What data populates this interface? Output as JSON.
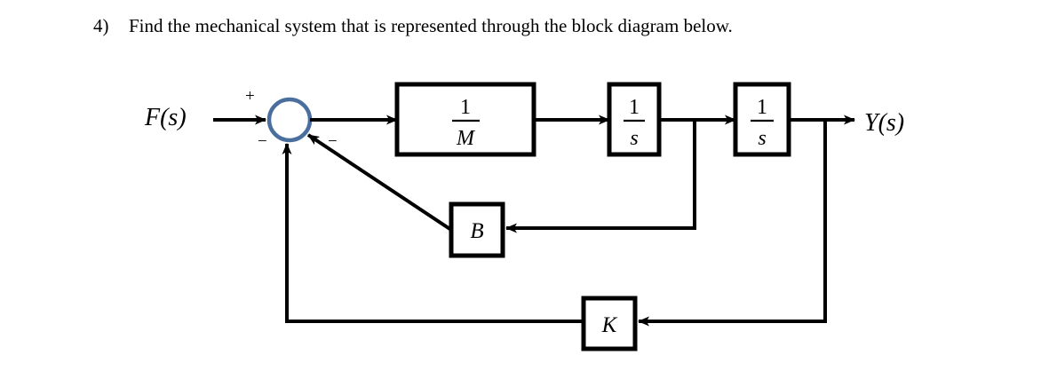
{
  "question": {
    "number": "4)",
    "text": "Find the mechanical system that is represented through the block diagram below."
  },
  "diagram": {
    "title": "block-diagram",
    "input_label": "F(s)",
    "output_label": "Y(s)",
    "summing_junction": {
      "name": "summing-junction",
      "color": "#4a6f9e",
      "signs": [
        "+",
        "−",
        "−"
      ],
      "sign_plus": "+",
      "sign_minus_1": "−",
      "sign_minus_2": "−"
    },
    "blocks": [
      {
        "id": "gain-1-over-M",
        "numerator": "1",
        "denominator": "M",
        "kind": "fraction"
      },
      {
        "id": "integrator-1",
        "numerator": "1",
        "denominator": "s",
        "kind": "fraction"
      },
      {
        "id": "integrator-2",
        "numerator": "1",
        "denominator": "s",
        "kind": "fraction"
      },
      {
        "id": "damper-gain-B",
        "label": "B",
        "kind": "gain"
      },
      {
        "id": "spring-gain-K",
        "label": "K",
        "kind": "gain"
      }
    ],
    "block_1_numerator": "1",
    "block_1_denominator": "M",
    "block_2_numerator": "1",
    "block_2_denominator": "s",
    "block_3_numerator": "1",
    "block_3_denominator": "s",
    "block_B_label": "B",
    "block_K_label": "K",
    "feedback_paths": [
      {
        "from": "integrator-1-output",
        "through": "damper-gain-B",
        "to": "summing-junction",
        "sign": "−"
      },
      {
        "from": "integrator-2-output",
        "through": "spring-gain-K",
        "to": "summing-junction",
        "sign": "−"
      }
    ],
    "colors": {
      "wire": "#000000",
      "block_border": "#000000",
      "block_fill": "#ffffff",
      "summing_ring": "#4a6f9e",
      "background": "#ffffff"
    }
  }
}
